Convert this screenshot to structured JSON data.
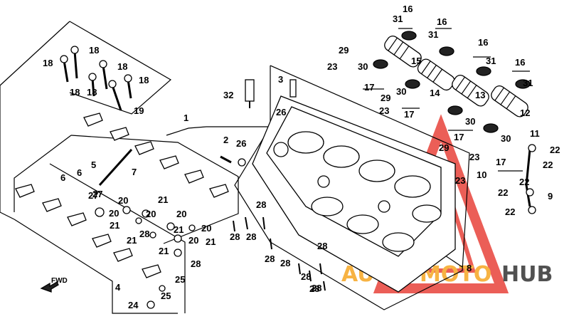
{
  "watermark": {
    "text_auto": "AUTO",
    "text_moto": "MOTO",
    "text_hub": "HUB",
    "color_red": "#e8423a",
    "color_orange": "#f6a623",
    "color_dark": "#333333"
  },
  "fwd_label": "FWD",
  "labels": [
    "16",
    "31",
    "16",
    "31",
    "29",
    "23",
    "30",
    "15",
    "17",
    "30",
    "14",
    "29",
    "23",
    "17",
    "16",
    "31",
    "13",
    "30",
    "16",
    "31",
    "12",
    "17",
    "30",
    "11",
    "22",
    "29",
    "23",
    "10",
    "22",
    "17",
    "23",
    "22",
    "9",
    "22",
    "22",
    "1",
    "2",
    "26",
    "3",
    "26",
    "32",
    "18",
    "18",
    "18",
    "18",
    "18",
    "18",
    "19",
    "5",
    "6",
    "6",
    "27",
    "7",
    "20",
    "21",
    "20",
    "20",
    "20",
    "21",
    "21",
    "28",
    "21",
    "20",
    "21",
    "20",
    "21",
    "28",
    "28",
    "28",
    "28",
    "28",
    "28",
    "28",
    "28",
    "28",
    "28",
    "8",
    "4",
    "25",
    "25",
    "24",
    "27"
  ]
}
